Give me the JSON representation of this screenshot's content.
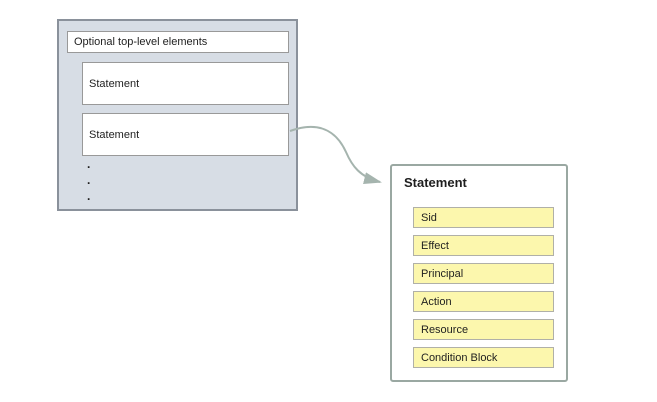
{
  "colors": {
    "page_bg": "#ffffff",
    "container_fill": "#d7dde5",
    "container_border": "#8a919b",
    "white_box_border": "#999999",
    "detail_border": "#9aa8a2",
    "element_fill": "#fcf7ad",
    "element_border": "#b0b0a8",
    "arrow_color": "#a5b4ae",
    "text_color": "#1f1f1f"
  },
  "policy_document": {
    "optional_top_level_label": "Optional top-level elements",
    "statement_items": [
      "Statement",
      "Statement"
    ],
    "ellipsis_dots": [
      ".",
      ".",
      "."
    ]
  },
  "statement_detail": {
    "title": "Statement",
    "elements": [
      "Sid",
      "Effect",
      "Principal",
      "Action",
      "Resource",
      "Condition Block"
    ]
  }
}
